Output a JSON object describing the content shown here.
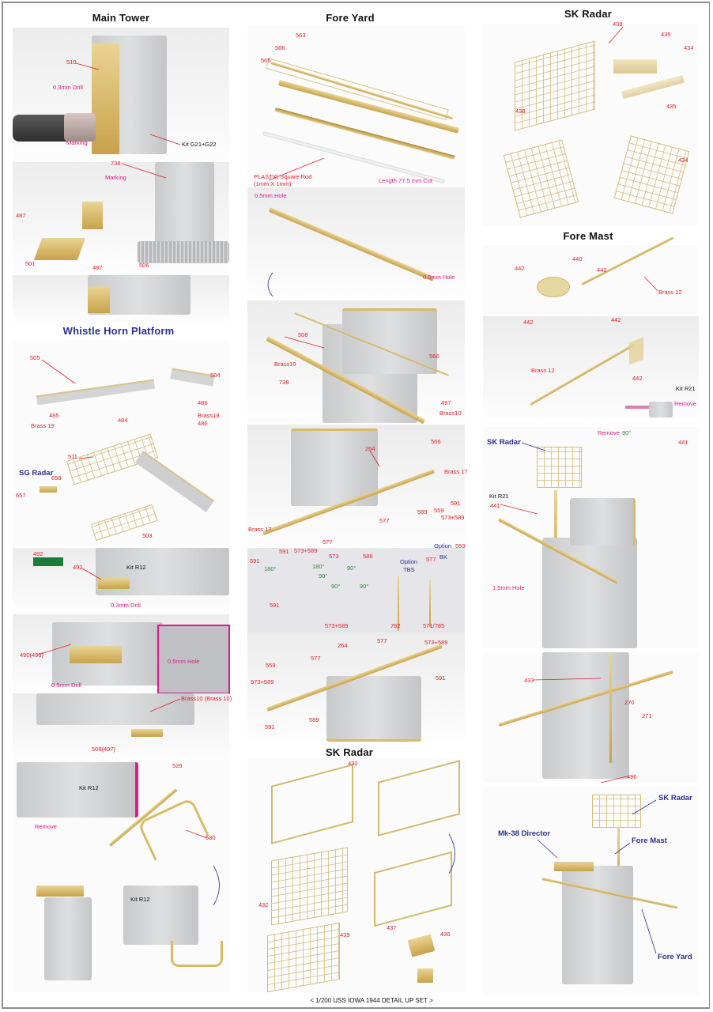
{
  "main_tower": {
    "title": "Main Tower",
    "labels": [
      "510",
      "0.3mm Drill",
      "Marking",
      "Kit G21+G22",
      "738",
      "Marking",
      "487",
      "501",
      "487",
      "506"
    ]
  },
  "whistle_horn": {
    "title": "Whistle Horn Platform",
    "labels": [
      "505",
      "504",
      "486",
      "485",
      "Brass 19",
      "484",
      "Brass18",
      "486"
    ]
  },
  "sg_radar": {
    "title": "SG Radar",
    "labels": [
      "658",
      "657",
      "511",
      "503"
    ]
  },
  "bridge_parts": {
    "labels": [
      "492",
      "492",
      "Kit R12",
      "0.3mm Drill",
      "490(490)",
      "0.5mm Drill",
      "0.5mm Hole",
      "Brass10 (Brass 10)",
      "508(497)",
      "529",
      "Kit R12",
      "Remove",
      "530",
      "Kit R12"
    ]
  },
  "fore_yard": {
    "title": "Fore Yard",
    "labels": [
      "563",
      "566",
      "565",
      "PLASTIC Square  Rod",
      "(1mm X 1mm)",
      "Length 77.5 mm Cut",
      "0.5mm Hole",
      "0.5mm Hole",
      "508",
      "Brass10",
      "738",
      "566",
      "497",
      "Brass10",
      "264",
      "566",
      "Brass 17",
      "591",
      "577",
      "589",
      "559",
      "573+589",
      "Brass 17",
      "591",
      "573+589",
      "577",
      "591",
      "180°",
      "591",
      "573",
      "180°",
      "90°",
      "589",
      "90°",
      "90°",
      "90°",
      "573+589",
      "Option",
      "TBS",
      "577",
      "Option",
      "BK",
      "559",
      "782",
      "571/785",
      "264",
      "577",
      "573+589",
      "559",
      "577",
      "573+589",
      "591",
      "589",
      "591"
    ]
  },
  "sk_radar_mid": {
    "title": "SK Radar",
    "labels": [
      "430",
      "432",
      "439",
      "437",
      "436"
    ]
  },
  "sk_radar_right": {
    "title": "SK Radar",
    "labels": [
      "438",
      "435",
      "434",
      "438",
      "435",
      "434"
    ]
  },
  "fore_mast": {
    "title": "Fore Mast",
    "labels": [
      "440",
      "442",
      "442",
      "442",
      "Brass 12",
      "442",
      "442",
      "Brass 12",
      "Kit R21",
      "Remove",
      "Remove",
      "90°",
      "441"
    ]
  },
  "assembly": {
    "labels": [
      "SK Radar",
      "Kit R21",
      "441",
      "1.5mm Hole",
      "433",
      "270",
      "271",
      "496",
      "SK Radar",
      "Mk-38 Director",
      "Fore Mast",
      "Fore Yard"
    ]
  },
  "footer": "< 1/200 USS IOWA 1944 DETAIL UP SET >",
  "colors": {
    "part_number": "#e4202c",
    "instruction": "#e0198a",
    "callout": "#2b2f8f",
    "angle": "#2e8b3a"
  }
}
